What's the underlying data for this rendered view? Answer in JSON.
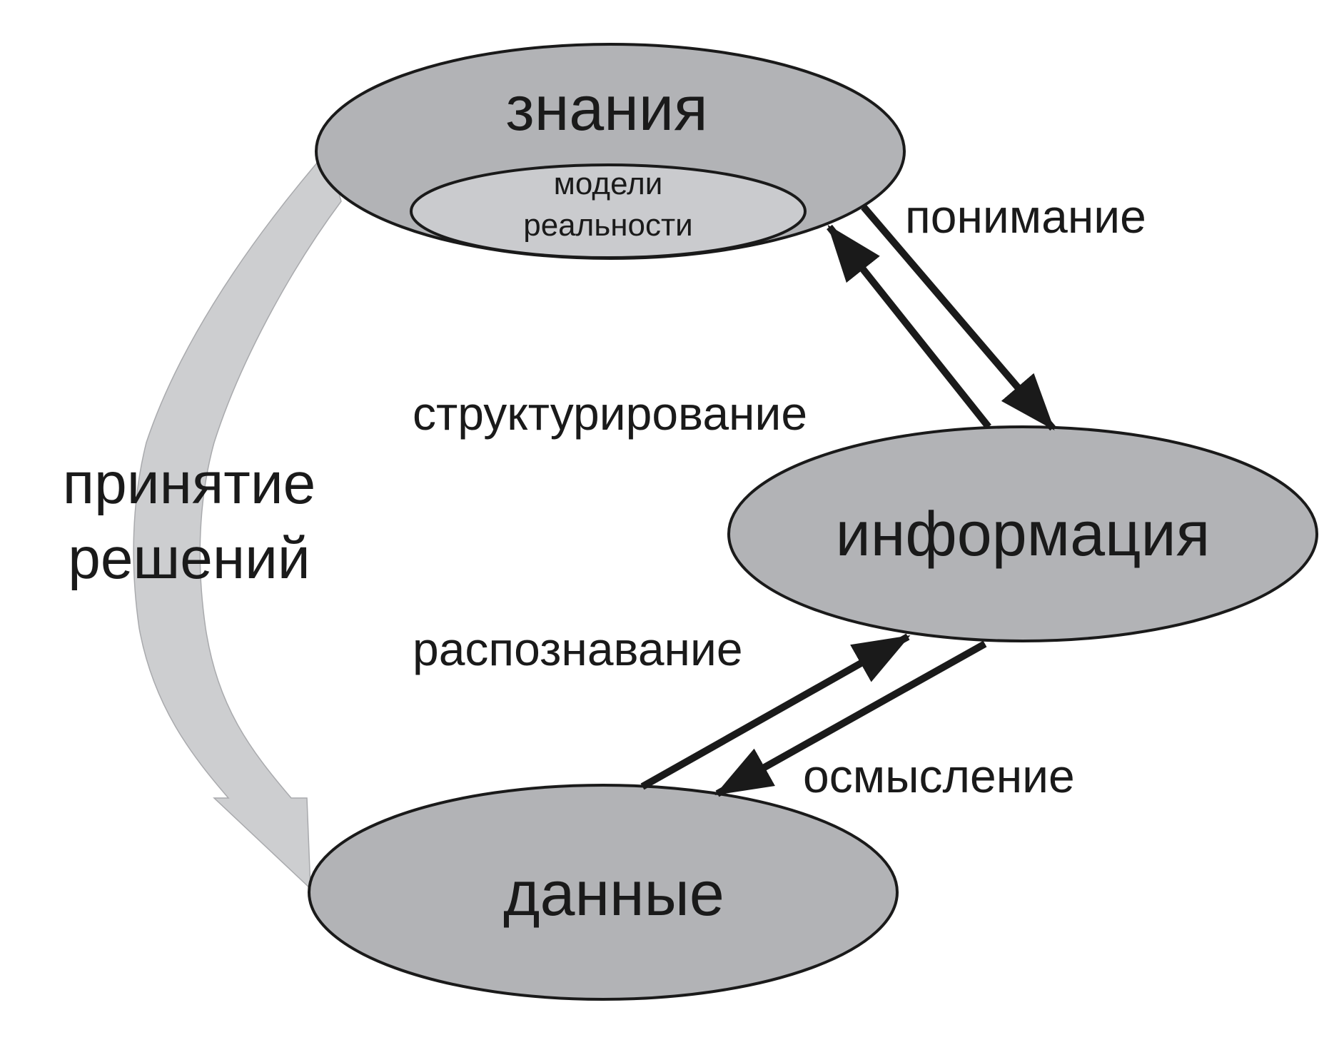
{
  "nodes": {
    "knowledge": {
      "label": "знания",
      "sublabel_line1": "модели",
      "sublabel_line2": "реальности"
    },
    "information": {
      "label": "информация"
    },
    "data": {
      "label": "данные"
    }
  },
  "arrows": {
    "understanding": "понимание",
    "structuring": "структурирование",
    "recognition": "распознавание",
    "comprehension": "осмысление",
    "decision_making_line1": "принятие",
    "decision_making_line2": "решений"
  },
  "colors": {
    "node_fill": "#b2b3b6",
    "inner_fill": "#cacbce",
    "stroke": "#1a1a1a",
    "cycle_arrow_fill": "#cdced0",
    "cycle_arrow_stroke": "#a9aaad"
  }
}
